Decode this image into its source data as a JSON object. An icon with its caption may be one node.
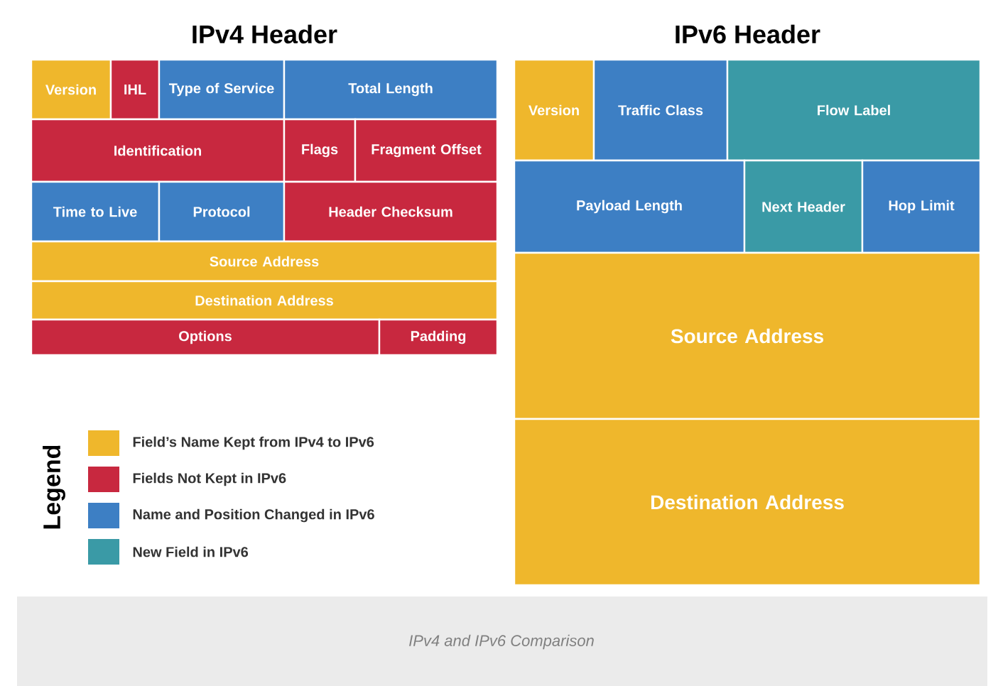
{
  "diagram": {
    "caption": "IPv4 and IPv6 Comparison",
    "nodes": [
      {
        "text": [
          "Version"
        ]
      },
      {
        "text": [
          "IHL"
        ]
      },
      {
        "text": [
          "Type of Service"
        ]
      },
      {
        "text": [
          "Total Length"
        ]
      },
      {
        "text": [
          "Identification"
        ]
      },
      {
        "text": [
          "Flags"
        ]
      },
      {
        "text": [
          "Fragment Offset"
        ]
      },
      {
        "text": [
          "Time to Live"
        ]
      },
      {
        "text": [
          "Protocol"
        ]
      },
      {
        "text": [
          "Header Checksum"
        ]
      },
      {
        "text": [
          "Source Address"
        ]
      },
      {
        "text": [
          "Destination Address"
        ]
      },
      {
        "text": [
          "Options"
        ]
      },
      {
        "text": [
          "Padding"
        ]
      },
      {
        "text": [
          "Version"
        ]
      },
      {
        "text": [
          "Traffic Class"
        ]
      },
      {
        "text": [
          "Flow Label"
        ]
      },
      {
        "text": [
          "Payload Length"
        ]
      },
      {
        "text": [
          "Next Header"
        ]
      },
      {
        "text": [
          "Hop Limit"
        ]
      },
      {
        "text": [
          "Source Address"
        ]
      },
      {
        "text": [
          "Destination Address"
        ]
      }
    ],
    "labels": [
      "IPv4 Header",
      "IPv6 Header",
      "Legend"
    ],
    "legend": [
      {
        "text": "Field’s Name Kept from IPv4 to IPv6",
        "color": "#efb72c"
      },
      {
        "text": "Fields Not Kept in IPv6",
        "color": "#c8283f"
      },
      {
        "text": "Name and Position Changed in IPv6",
        "color": "#3d7fc4"
      },
      {
        "text": "New Field in IPv6",
        "color": "#3a9aa6"
      }
    ]
  }
}
